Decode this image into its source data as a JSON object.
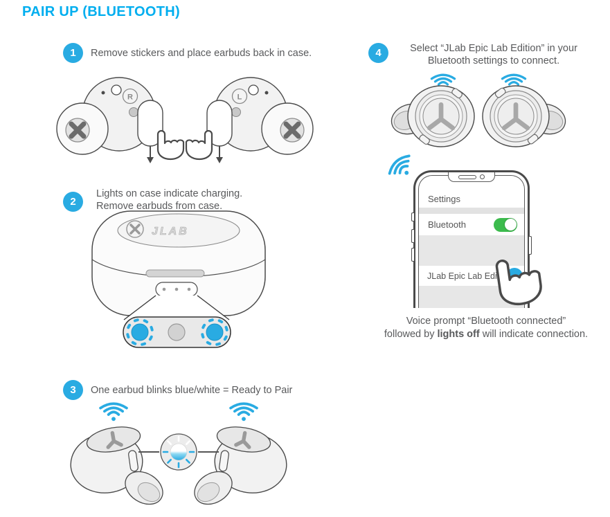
{
  "title": "PAIR UP (BLUETOOTH)",
  "steps": {
    "s1": {
      "num": "1",
      "line1": "Remove stickers and place earbuds back in case."
    },
    "s2": {
      "num": "2",
      "line1": "Lights on case indicate charging.",
      "line2": "Remove earbuds from case."
    },
    "s3": {
      "num": "3",
      "line1": "One earbud blinks blue/white = Ready to Pair"
    },
    "s4": {
      "num": "4",
      "line1": "Select “JLab Epic Lab Edition” in your",
      "line2": "Bluetooth settings to connect."
    }
  },
  "illustrations": {
    "earbud_right_marker": "R",
    "earbud_left_marker": "L",
    "case_logo_text": "JLAB"
  },
  "phone": {
    "settings_label": "Settings",
    "bluetooth_label": "Bluetooth",
    "bluetooth_toggle": "on",
    "device_name": "JLab Epic Lab Edition"
  },
  "footer": {
    "line1": "Voice prompt “Bluetooth connected”",
    "line2_prefix": "followed by ",
    "line2_bold": "lights off",
    "line2_suffix": " will indicate connection."
  },
  "colors": {
    "accent_cyan": "#29ABE2",
    "title_cyan": "#00AEEF",
    "text_gray": "#58595B",
    "toggle_green": "#3CBB4D"
  }
}
